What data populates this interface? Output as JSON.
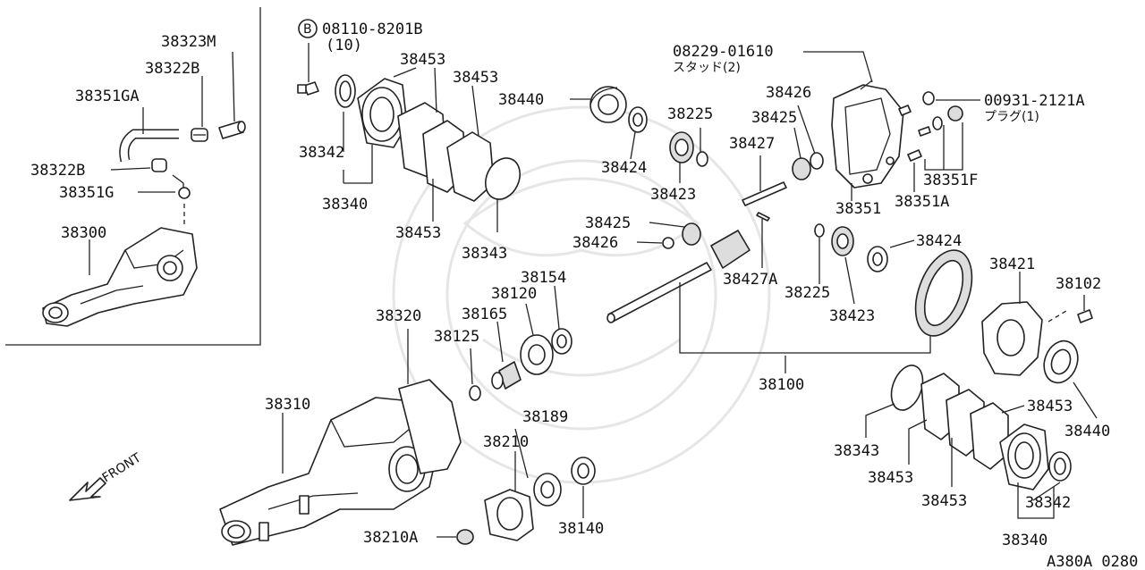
{
  "labels": {
    "p38323M": "38323M",
    "p38322B_top": "38322B",
    "p38351GA": "38351GA",
    "p38322B_left": "38322B",
    "p38351G": "38351G",
    "p38300": "38300",
    "bolt_circle": "B",
    "bolt_num": "08110-8201B",
    "bolt_qty": "(10)",
    "p38453_a": "38453",
    "p38453_b": "38453",
    "p38342_l": "38342",
    "p38340_l": "38340",
    "p38453_c": "38453",
    "p38343_l": "38343",
    "p38440_t": "38440",
    "p38424_t": "38424",
    "p38225_t": "38225",
    "p38423_t": "38423",
    "stud_num": "08229-01610",
    "stud_qty": "スタッド(2)",
    "p38426_t": "38426",
    "p38425_t": "38425",
    "p38427": "38427",
    "plug_num": "00931-2121A",
    "plug_qty": "プラグ(1)",
    "p38351F": "38351F",
    "p38351": "38351",
    "p38351A": "38351A",
    "p38425_m": "38425",
    "p38426_m": "38426",
    "p38424_m": "38424",
    "p38427A": "38427A",
    "p38225_m": "38225",
    "p38423_m": "38423",
    "p38421": "38421",
    "p38102": "38102",
    "p38154": "38154",
    "p38120": "38120",
    "p38165": "38165",
    "p38125": "38125",
    "p38320": "38320",
    "p38100": "38100",
    "p38310": "38310",
    "p38189": "38189",
    "p38210": "38210",
    "p38140": "38140",
    "p38210A": "38210A",
    "front": "FRONT",
    "p38343_r": "38343",
    "p38453_r1": "38453",
    "p38453_r2": "38453",
    "p38453_r3": "38453",
    "p38440_r": "38440",
    "p38342_r": "38342",
    "p38340_r": "38340",
    "diagram_code": "A380A 0280"
  }
}
